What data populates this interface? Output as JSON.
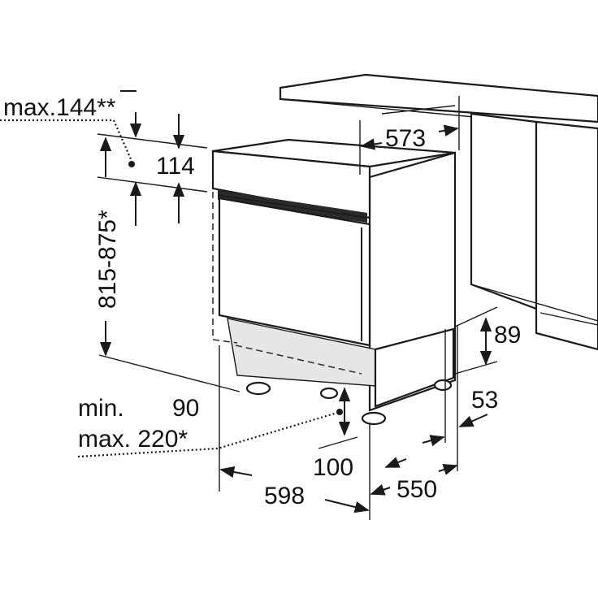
{
  "dimensions": {
    "max_niche_top": "max.144**",
    "depth_top": "573",
    "panel_height": "114",
    "height_range": "815-875*",
    "plinth_height": "89",
    "plinth_depth": "53",
    "plinth_min_label": "min.",
    "plinth_min_value": "90",
    "plinth_max": "max. 220*",
    "foot_offset": "100",
    "width": "598",
    "depth": "550"
  },
  "colors": {
    "line": "#1a1a1a",
    "background": "#ffffff"
  }
}
